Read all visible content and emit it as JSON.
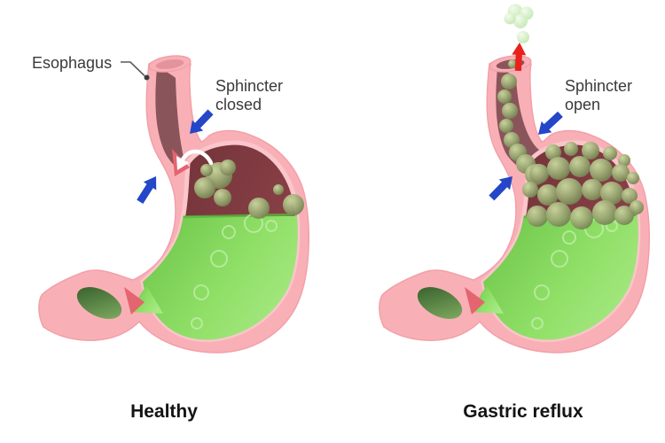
{
  "figure": {
    "healthy": {
      "caption": "Healthy",
      "esophagus_label": "Esophagus",
      "sphincter_label": "Sphincter closed"
    },
    "reflux": {
      "caption": "Gastric reflux",
      "sphincter_label": "Sphincter open"
    }
  },
  "colors": {
    "background": "#ffffff",
    "label_text": "#3a3a3c",
    "caption_text": "#141414",
    "wall_pink": "#f8b0b6",
    "wall_pink_edge": "#f2a0a8",
    "wall_pink_rim": "#fac6cb",
    "wall_pinch_deep": "#e4646f",
    "rim_inner_pink": "#e2939b",
    "esophagus_maroon": "#8a555a",
    "cavity_maroon_dark": "#6e3136",
    "cavity_maroon_light": "#8c4249",
    "liquid_green": "#8fdf66",
    "liquid_green_dark": "#66bf44",
    "liquid_surface": "#58b63b",
    "duodenum_green_dark": "#38622e",
    "duodenum_green_light": "#7faa60",
    "bubble_olive": "#9aa873",
    "bubble_highlight": "#cbda9f",
    "escape_bubble": "#c4e7b2",
    "arrow_blue": "#2446c8",
    "arrow_red": "#e8211d",
    "arrow_white": "#ffffff"
  }
}
